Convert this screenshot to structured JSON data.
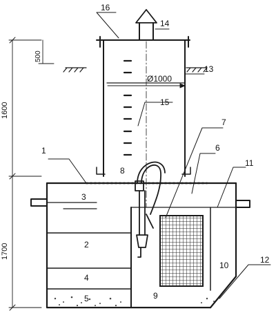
{
  "dimensions": {
    "upper": "1600",
    "lower": "1700",
    "step": "500",
    "shaft_diameter": "Ø1000"
  },
  "callouts": [
    "1",
    "2",
    "3",
    "4",
    "5",
    "6",
    "7",
    "8",
    "9",
    "10",
    "11",
    "12",
    "13",
    "14",
    "15",
    "16"
  ],
  "colors": {
    "ink": "#1a1a1a",
    "paper": "#ffffff"
  }
}
